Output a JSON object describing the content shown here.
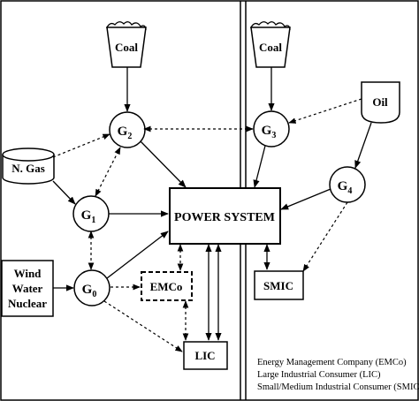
{
  "diagram": {
    "coal_left": "Coal",
    "coal_right": "Coal",
    "oil": "Oil",
    "gas": "N. Gas",
    "renewables": [
      "Wind",
      "Water",
      "Nuclear"
    ],
    "generators": {
      "g0": {
        "base": "G",
        "sub": "0"
      },
      "g1": {
        "base": "G",
        "sub": "1"
      },
      "g2": {
        "base": "G",
        "sub": "2"
      },
      "g3": {
        "base": "G",
        "sub": "3"
      },
      "g4": {
        "base": "G",
        "sub": "4"
      }
    },
    "power_system": "POWER SYSTEM",
    "emco": "EMCo",
    "lic": "LIC",
    "smic": "SMIC",
    "legend": [
      "Energy Management Company (EMCo)",
      "Large Industrial Consumer (LIC)",
      "Small/Medium Industrial Consumer (SMIC)"
    ]
  }
}
